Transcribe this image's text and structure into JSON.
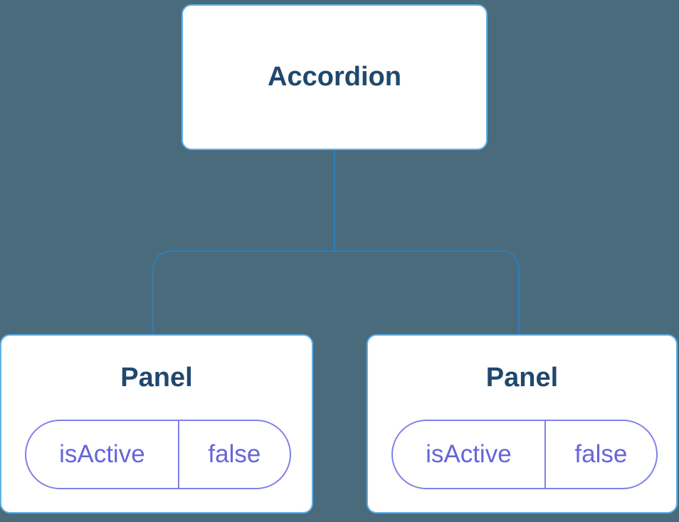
{
  "colors": {
    "background": "#4a6b7c",
    "node-bg": "#ffffff",
    "node-border": "#5fb0e8",
    "title": "#20486e",
    "connector": "#2e7db8",
    "pill-border": "#8080e8",
    "pill-text": "#6565db"
  },
  "tree": {
    "root": {
      "label": "Accordion"
    },
    "children": [
      {
        "title": "Panel",
        "state": {
          "key": "isActive",
          "value": "false"
        }
      },
      {
        "title": "Panel",
        "state": {
          "key": "isActive",
          "value": "false"
        }
      }
    ]
  }
}
